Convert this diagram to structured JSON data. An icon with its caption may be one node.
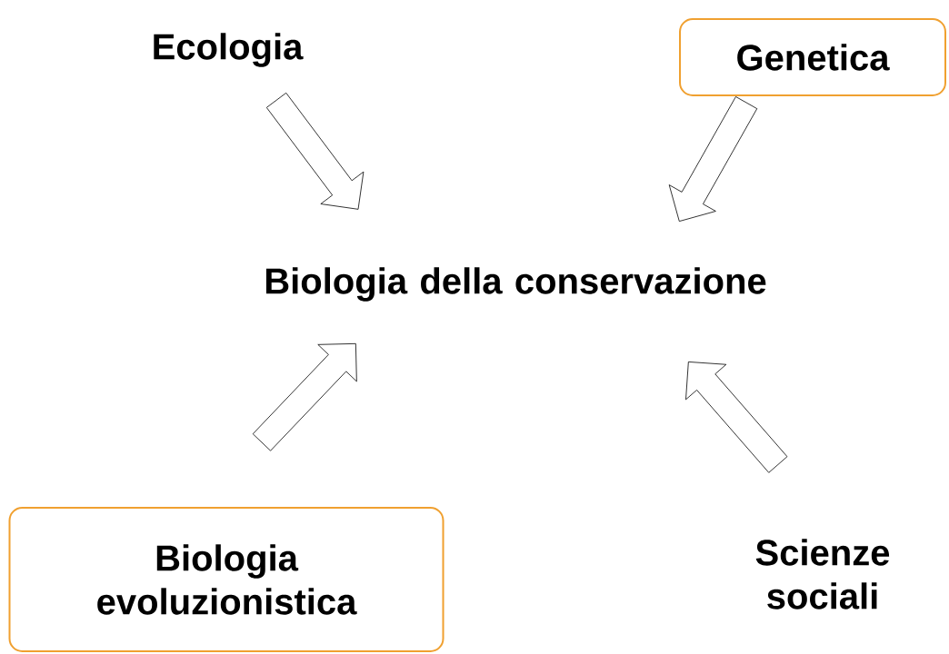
{
  "diagram": {
    "nodes": [
      {
        "text": [
          "Ecologia"
        ]
      },
      {
        "text": [
          "Genetica"
        ]
      },
      {
        "text": [
          "Biologia della conservazione"
        ]
      },
      {
        "text": [
          "Biologia evoluzionistica"
        ]
      },
      {
        "text": [
          "Scienze sociali"
        ]
      }
    ],
    "edges": [
      {
        "from": 0,
        "to": 2,
        "arrow": "to"
      },
      {
        "from": 1,
        "to": 2,
        "arrow": "to"
      },
      {
        "from": 3,
        "to": 2,
        "arrow": "to"
      },
      {
        "from": 4,
        "to": 2,
        "arrow": "to"
      }
    ]
  }
}
